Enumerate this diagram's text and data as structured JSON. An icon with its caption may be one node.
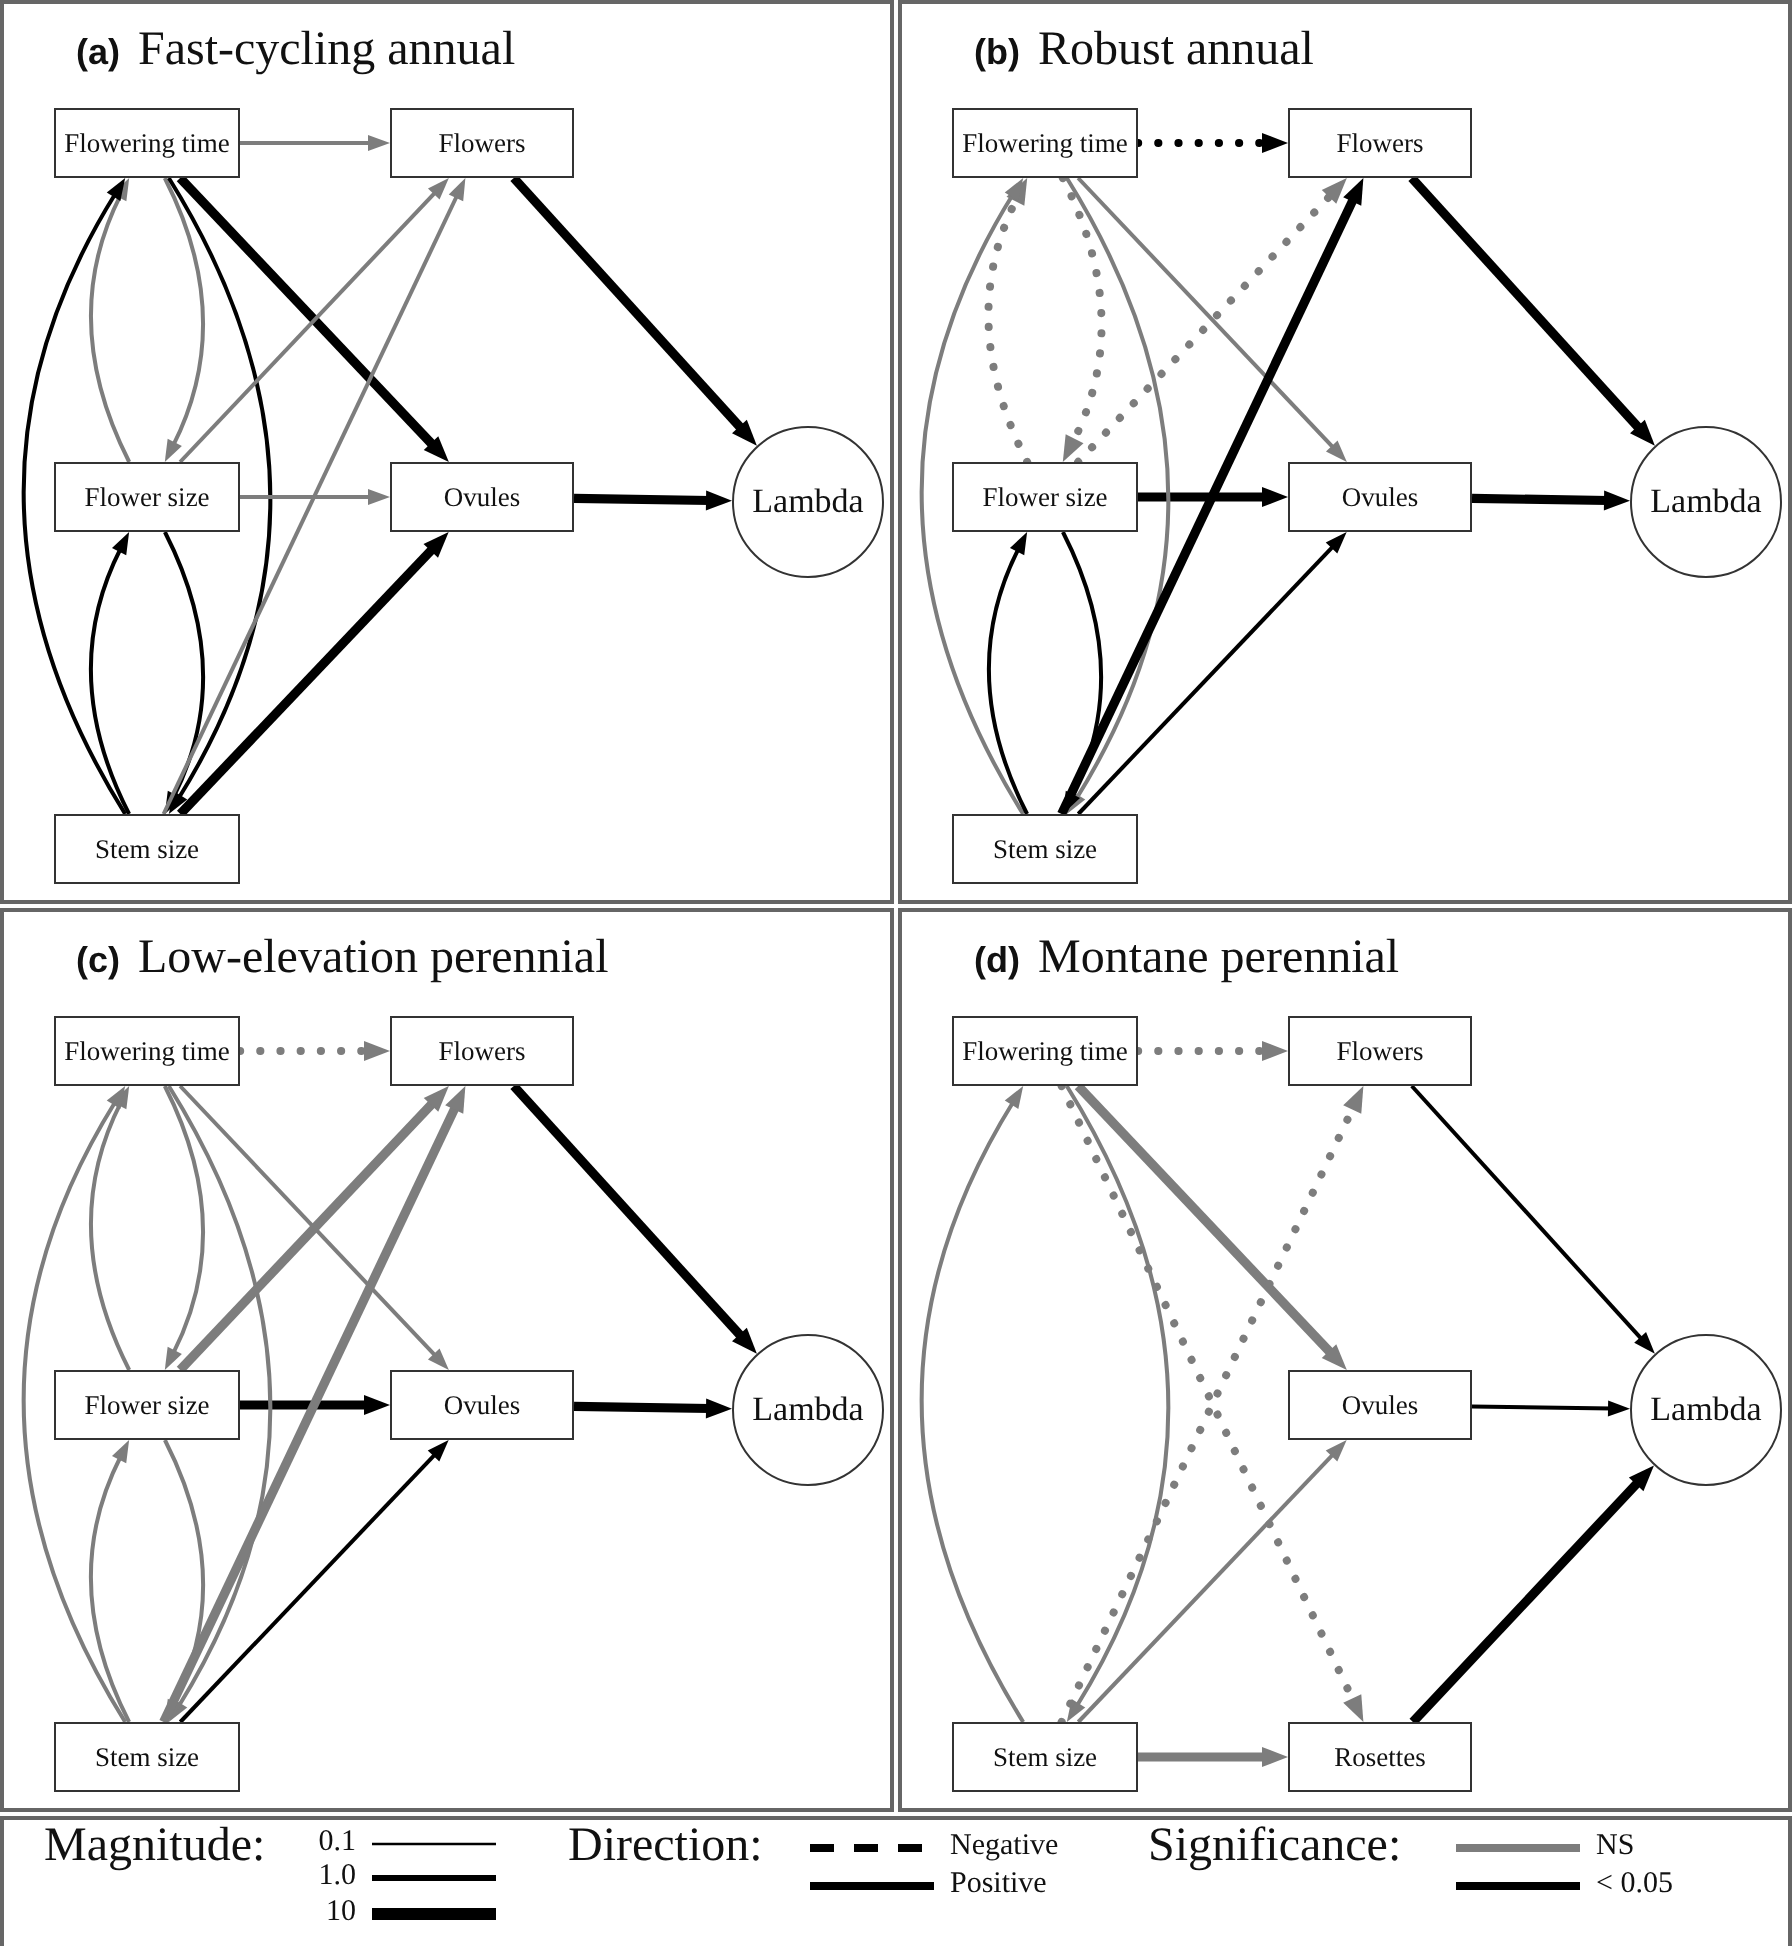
{
  "diagram": {
    "nodes": [
      {
        "text": [
          "**(a)** Fast-cycling annual"
        ]
      },
      {
        "text": [
          "Flowering time"
        ],
        "in": 0
      },
      {
        "text": [
          "Flowers"
        ],
        "in": 0
      },
      {
        "text": [
          "Flower size"
        ],
        "in": 0
      },
      {
        "text": [
          "Ovules"
        ],
        "in": 0
      },
      {
        "text": [
          "Lambda"
        ],
        "in": 0
      },
      {
        "text": [
          "Stem size"
        ],
        "in": 0
      },
      {
        "text": [
          "**(b)** Robust annual"
        ]
      },
      {
        "text": [
          "Flowering time"
        ],
        "in": 7
      },
      {
        "text": [
          "Flowers"
        ],
        "in": 7
      },
      {
        "text": [
          "Flower size"
        ],
        "in": 7
      },
      {
        "text": [
          "Ovules"
        ],
        "in": 7
      },
      {
        "text": [
          "Lambda"
        ],
        "in": 7
      },
      {
        "text": [
          "Stem size"
        ],
        "in": 7
      },
      {
        "text": [
          "**(c)** Low-elevation perennial"
        ]
      },
      {
        "text": [
          "Flowering time"
        ],
        "in": 14
      },
      {
        "text": [
          "Flowers"
        ],
        "in": 14
      },
      {
        "text": [
          "Flower size"
        ],
        "in": 14
      },
      {
        "text": [
          "Ovules"
        ],
        "in": 14
      },
      {
        "text": [
          "Lambda"
        ],
        "in": 14
      },
      {
        "text": [
          "Stem size"
        ],
        "in": 14
      },
      {
        "text": [
          "**(d)** Montane perennial"
        ]
      },
      {
        "text": [
          "Flowering time"
        ],
        "in": 21
      },
      {
        "text": [
          "Flowers"
        ],
        "in": 21
      },
      {
        "text": [
          "Ovules"
        ],
        "in": 21
      },
      {
        "text": [
          "Lambda"
        ],
        "in": 21
      },
      {
        "text": [
          "Stem size"
        ],
        "in": 21
      },
      {
        "text": [
          "Rosettes"
        ],
        "in": 21
      }
    ],
    "edges": [
      {
        "from": 1,
        "to": 2,
        "arrow": "to"
      },
      {
        "from": 1,
        "to": 4,
        "arrow": "to",
        "style": "thick",
        "color": "#000000"
      },
      {
        "from": 2,
        "to": 5,
        "arrow": "to",
        "style": "thick",
        "color": "#000000"
      },
      {
        "from": 4,
        "to": 5,
        "arrow": "to",
        "style": "thick",
        "color": "#000000"
      },
      {
        "from": 1,
        "to": 3,
        "arrow": "to"
      },
      {
        "from": 3,
        "to": 1,
        "arrow": "to"
      },
      {
        "from": 1,
        "to": 6,
        "arrow": "to",
        "color": "#000000"
      },
      {
        "from": 6,
        "to": 1,
        "arrow": "to",
        "color": "#000000"
      },
      {
        "from": 3,
        "to": 2,
        "arrow": "to"
      },
      {
        "from": 3,
        "to": 4,
        "arrow": "to"
      },
      {
        "from": 6,
        "to": 3,
        "arrow": "to",
        "color": "#000000"
      },
      {
        "from": 3,
        "to": 6,
        "arrow": "to",
        "color": "#000000"
      },
      {
        "from": 6,
        "to": 2,
        "arrow": "to"
      },
      {
        "from": 6,
        "to": 4,
        "arrow": "to",
        "style": "thick",
        "color": "#000000"
      },
      {
        "from": 8,
        "to": 9,
        "arrow": "to",
        "style": "dashed",
        "color": "#000000"
      },
      {
        "from": 8,
        "to": 11,
        "arrow": "to"
      },
      {
        "from": 9,
        "to": 12,
        "arrow": "to",
        "style": "thick",
        "color": "#000000"
      },
      {
        "from": 11,
        "to": 12,
        "arrow": "to",
        "style": "thick",
        "color": "#000000"
      },
      {
        "from": 10,
        "to": 11,
        "arrow": "to",
        "style": "thick",
        "color": "#000000"
      },
      {
        "from": 8,
        "to": 10,
        "arrow": "to",
        "style": "dashed"
      },
      {
        "from": 10,
        "to": 8,
        "arrow": "to",
        "style": "dashed"
      },
      {
        "from": 10,
        "to": 9,
        "arrow": "to",
        "style": "dashed"
      },
      {
        "from": 8,
        "to": 13,
        "arrow": "to"
      },
      {
        "from": 13,
        "to": 8,
        "arrow": "to"
      },
      {
        "from": 13,
        "to": 10,
        "arrow": "to",
        "color": "#000000"
      },
      {
        "from": 10,
        "to": 13,
        "arrow": "to",
        "color": "#000000"
      },
      {
        "from": 13,
        "to": 9,
        "arrow": "to",
        "style": "thick",
        "color": "#000000"
      },
      {
        "from": 13,
        "to": 11,
        "arrow": "to",
        "color": "#000000"
      },
      {
        "from": 15,
        "to": 16,
        "arrow": "to",
        "style": "dashed"
      },
      {
        "from": 15,
        "to": 18,
        "arrow": "to"
      },
      {
        "from": 16,
        "to": 19,
        "arrow": "to",
        "style": "thick",
        "color": "#000000"
      },
      {
        "from": 17,
        "to": 18,
        "arrow": "to",
        "style": "thick",
        "color": "#000000"
      },
      {
        "from": 18,
        "to": 19,
        "arrow": "to",
        "style": "thick",
        "color": "#000000"
      },
      {
        "from": 15,
        "to": 17,
        "arrow": "to"
      },
      {
        "from": 17,
        "to": 15,
        "arrow": "to"
      },
      {
        "from": 15,
        "to": 20,
        "arrow": "to"
      },
      {
        "from": 20,
        "to": 15,
        "arrow": "to"
      },
      {
        "from": 20,
        "to": 17,
        "arrow": "to"
      },
      {
        "from": 17,
        "to": 20,
        "arrow": "to"
      },
      {
        "from": 17,
        "to": 16,
        "arrow": "to",
        "style": "thick"
      },
      {
        "from": 20,
        "to": 16,
        "arrow": "to",
        "style": "thick"
      },
      {
        "from": 20,
        "to": 18,
        "arrow": "to",
        "color": "#000000"
      },
      {
        "from": 22,
        "to": 23,
        "arrow": "to",
        "style": "dashed"
      },
      {
        "from": 22,
        "to": 24,
        "arrow": "to",
        "style": "thick"
      },
      {
        "from": 22,
        "to": 27,
        "arrow": "to",
        "style": "dashed"
      },
      {
        "from": 23,
        "to": 25,
        "arrow": "to",
        "color": "#000000"
      },
      {
        "from": 24,
        "to": 25,
        "arrow": "to",
        "color": "#000000"
      },
      {
        "from": 27,
        "to": 25,
        "arrow": "to",
        "style": "thick",
        "color": "#000000"
      },
      {
        "from": 22,
        "to": 26,
        "arrow": "to"
      },
      {
        "from": 26,
        "to": 22,
        "arrow": "to"
      },
      {
        "from": 26,
        "to": 23,
        "arrow": "to",
        "style": "dashed"
      },
      {
        "from": 26,
        "to": 24,
        "arrow": "to"
      },
      {
        "from": 26,
        "to": 27,
        "arrow": "to",
        "style": "thick"
      }
    ],
    "labels": [
      "Magnitude:",
      "Direction:",
      "Significance:"
    ],
    "legend": [
      {
        "text": "0.1"
      },
      {
        "text": "1.0"
      },
      {
        "text": "10"
      },
      {
        "text": "Negative"
      },
      {
        "text": "Positive"
      },
      {
        "text": "NS"
      },
      {
        "text": "< 0.05"
      }
    ]
  }
}
